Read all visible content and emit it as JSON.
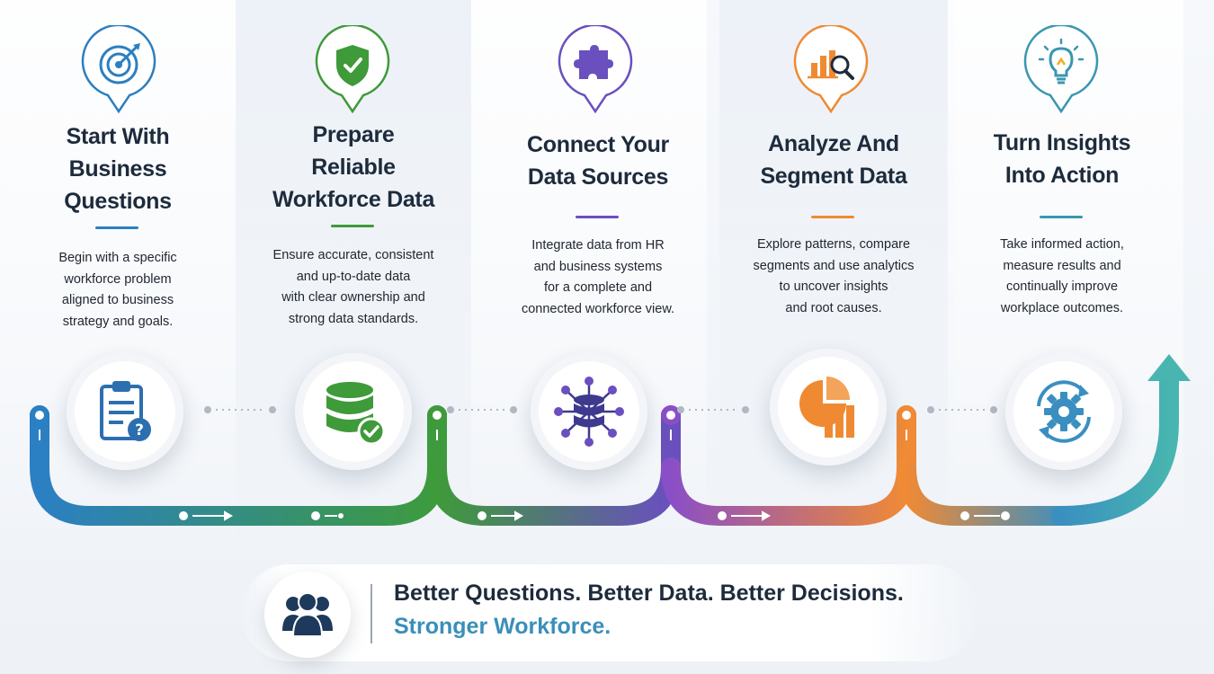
{
  "steps": [
    {
      "title_lines": [
        "Start With",
        "Business",
        "Questions"
      ],
      "desc_lines": [
        "Begin with a specific",
        "workforce problem",
        "aligned to business",
        "strategy and goals."
      ],
      "color": "#2c7fc0",
      "pin_icon": "target-icon",
      "circle_icon": "clipboard-question-icon"
    },
    {
      "title_lines": [
        "Prepare",
        "Reliable",
        "Workforce Data"
      ],
      "desc_lines": [
        "Ensure accurate, consistent",
        "and up-to-date data",
        "with clear ownership and",
        "strong data standards."
      ],
      "color": "#3f9a3a",
      "pin_icon": "shield-check-icon",
      "circle_icon": "database-check-icon"
    },
    {
      "title_lines": [
        "Connect Your",
        "Data Sources"
      ],
      "desc_lines": [
        "Integrate data from HR",
        "and business systems",
        "for a complete and",
        "connected workforce view."
      ],
      "color": "#6a4fbf",
      "pin_icon": "puzzle-icon",
      "circle_icon": "database-network-icon"
    },
    {
      "title_lines": [
        "Analyze And",
        "Segment Data"
      ],
      "desc_lines": [
        "Explore patterns, compare",
        "segments and use analytics",
        "to uncover insights",
        "and root causes."
      ],
      "color": "#ef8a33",
      "pin_icon": "chart-magnifier-icon",
      "circle_icon": "pie-bar-chart-icon"
    },
    {
      "title_lines": [
        "Turn Insights",
        "Into Action"
      ],
      "desc_lines": [
        "Take informed action,",
        "measure results and",
        "continually improve",
        "workplace outcomes."
      ],
      "color": "#3a97b0",
      "pin_icon": "lightbulb-icon",
      "circle_icon": "gear-cycle-icon"
    }
  ],
  "footer": {
    "line1": "Better Questions. Better Data. Better Decisions.",
    "line2": "Stronger Workforce.",
    "icon": "people-group-icon"
  }
}
